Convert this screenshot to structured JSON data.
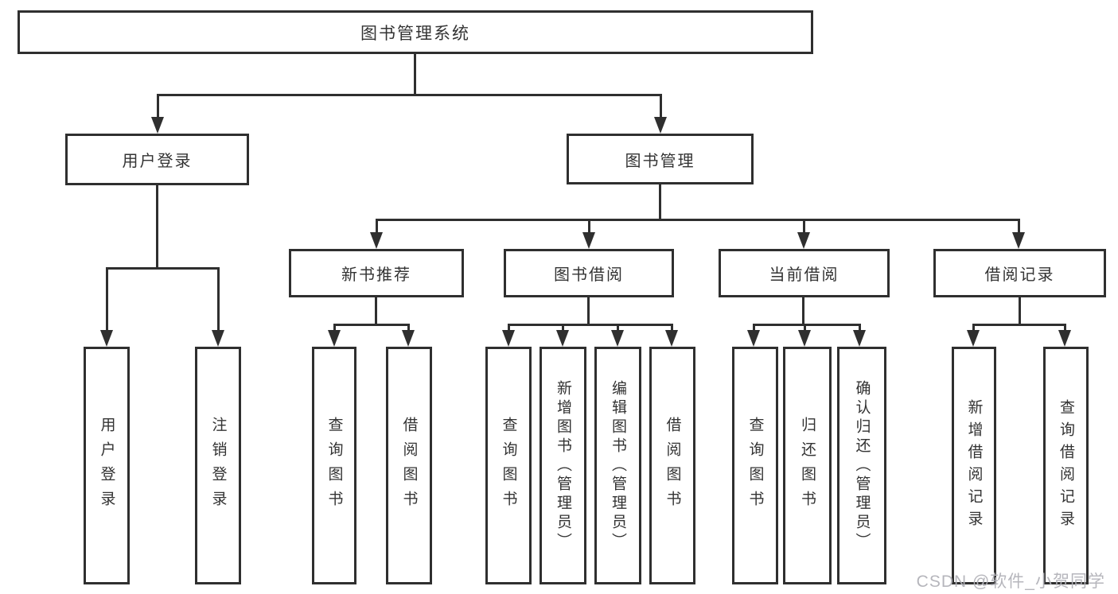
{
  "tree": {
    "label": "图书管理系统",
    "children": [
      {
        "label": "用户登录",
        "children": [
          {
            "label": "用户登录"
          },
          {
            "label": "注销登录"
          }
        ]
      },
      {
        "label": "图书管理",
        "children": [
          {
            "label": "新书推荐",
            "children": [
              {
                "label": "查询图书"
              },
              {
                "label": "借阅图书"
              }
            ]
          },
          {
            "label": "图书借阅",
            "children": [
              {
                "label": "查询图书"
              },
              {
                "label": "新增图书（管理员）"
              },
              {
                "label": "编辑图书（管理员）"
              },
              {
                "label": "借阅图书"
              }
            ]
          },
          {
            "label": "当前借阅",
            "children": [
              {
                "label": "查询图书"
              },
              {
                "label": "归还图书"
              },
              {
                "label": "确认归还（管理员）"
              }
            ]
          },
          {
            "label": "借阅记录",
            "children": [
              {
                "label": "新增借阅记录"
              },
              {
                "label": "查询借阅记录"
              }
            ]
          }
        ]
      }
    ]
  },
  "watermark": {
    "text": "CSDN @软件_小贺同学"
  },
  "colors": {
    "line": "#2f2f2f",
    "text": "#333333",
    "background": "#ffffff",
    "watermark": "#b2b2b8"
  }
}
